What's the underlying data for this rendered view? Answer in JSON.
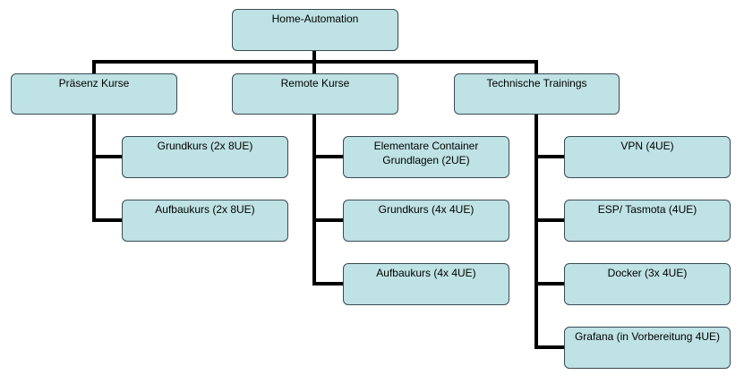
{
  "colors": {
    "node_fill": "#bfe2e4",
    "node_border": "#3a4a52",
    "connector": "#000000"
  },
  "root": {
    "label": "Home-Automation"
  },
  "categories": [
    {
      "label": "Präsenz Kurse",
      "children": [
        {
          "label": "Grundkurs (2x 8UE)"
        },
        {
          "label": "Aufbaukurs (2x 8UE)"
        }
      ]
    },
    {
      "label": "Remote Kurse",
      "children": [
        {
          "label_line1": "Elementare Container",
          "label_line2": "Grundlagen (2UE)"
        },
        {
          "label": "Grundkurs (4x 4UE)"
        },
        {
          "label": "Aufbaukurs (4x 4UE)"
        }
      ]
    },
    {
      "label": "Technische Trainings",
      "children": [
        {
          "label": "VPN (4UE)"
        },
        {
          "label": "ESP/ Tasmota (4UE)"
        },
        {
          "label": "Docker (3x 4UE)"
        },
        {
          "label": "Grafana (in Vorbereitung 4UE)"
        }
      ]
    }
  ]
}
